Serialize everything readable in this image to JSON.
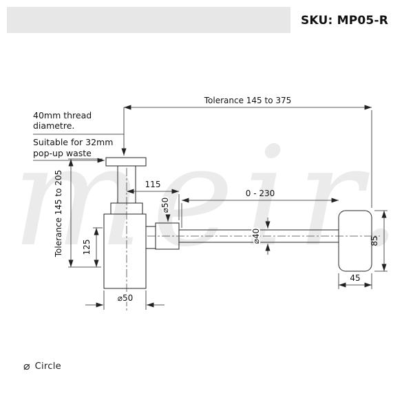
{
  "header": {
    "sku": "SKU: MP05-R"
  },
  "diagram": {
    "watermark": "meir.",
    "labels": {
      "thread_note_line1": "40mm thread",
      "thread_note_line2": "diametre.",
      "popup_note_line1": "Suitable for 32mm",
      "popup_note_line2": "pop-up waste",
      "tolerance_top": "Tolerance 145 to 375",
      "tolerance_left": "Tolerance 145  to 205",
      "dim_115": "115",
      "dia_50_nut": "⌀50",
      "range_0_230": "0 - 230",
      "dia_40_pipe": "⌀40",
      "dim_125": "125",
      "dim_85": "85",
      "dim_45": "45",
      "dia_50_body": "⌀50"
    }
  },
  "footer": {
    "shape_icon": "⌀",
    "shape_label": "Circle"
  }
}
